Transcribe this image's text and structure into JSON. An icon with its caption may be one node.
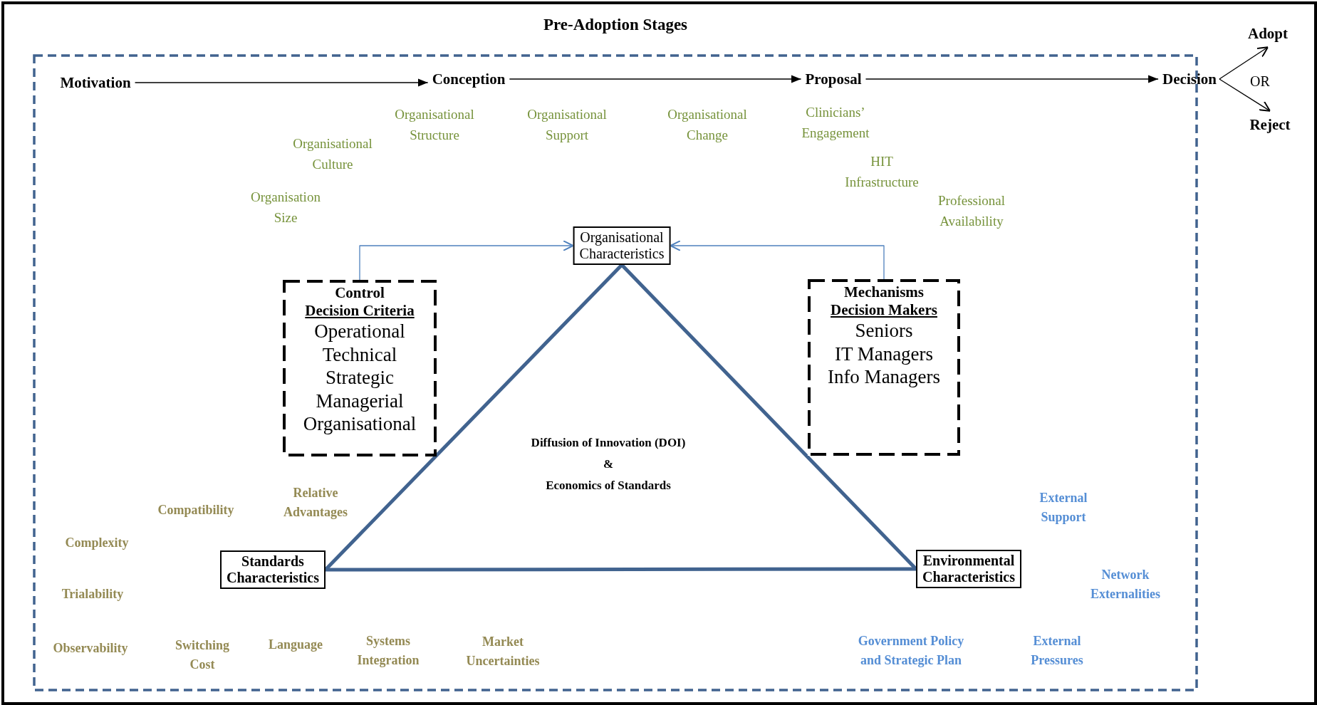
{
  "diagram": {
    "title": "Pre-Adoption Stages",
    "nodes": [
      {
        "text": [
          "Motivation"
        ]
      },
      {
        "text": [
          "Conception"
        ]
      },
      {
        "text": [
          "Proposal"
        ]
      },
      {
        "text": [
          "Decision"
        ]
      },
      {
        "text": [
          "Adopt"
        ]
      },
      {
        "text": [
          "Reject"
        ]
      },
      {
        "text": [
          "Organisational Characteristics"
        ]
      },
      {
        "text": [
          "Control",
          "Decision Criteria",
          "Operational",
          "Technical",
          "Strategic",
          "Managerial",
          "Organisational"
        ]
      },
      {
        "text": [
          "Mechanisms",
          "Decision Makers",
          "Seniors",
          "IT Managers",
          "Info Managers"
        ]
      },
      {
        "text": [
          "Standards Characteristics"
        ]
      },
      {
        "text": [
          "Environmental Characteristics"
        ]
      }
    ],
    "edges": [
      {
        "from": 0,
        "to": 1,
        "arrow": "to"
      },
      {
        "from": 1,
        "to": 2,
        "arrow": "to"
      },
      {
        "from": 2,
        "to": 3,
        "arrow": "to"
      },
      {
        "from": 3,
        "to": 4,
        "arrow": "to"
      },
      {
        "from": 3,
        "to": 5,
        "arrow": "to"
      },
      {
        "from": 7,
        "to": 6,
        "arrow": "to",
        "color": "#4f81bd"
      },
      {
        "from": 8,
        "to": 6,
        "arrow": "to",
        "color": "#4f81bd"
      },
      {
        "from": 6,
        "to": 9,
        "arrow": "none",
        "style": "thick",
        "color": "#41638f"
      },
      {
        "from": 6,
        "to": 10,
        "arrow": "none",
        "style": "thick",
        "color": "#41638f"
      },
      {
        "from": 9,
        "to": 10,
        "arrow": "none",
        "style": "thick",
        "color": "#41638f"
      }
    ],
    "labels": [
      "OR",
      "Organisational Structure",
      "Organisational Support",
      "Organisational Change",
      "Clinicians’ Engagement",
      "Organisational Culture",
      "HIT Infrastructure",
      "Organisation Size",
      "Professional Availability",
      "Diffusion of Innovation (DOI)",
      "&",
      "Economics of Standards",
      "Relative Advantages",
      "Compatibility",
      "External Support",
      "Complexity",
      "Network Externalities",
      "Trialability",
      "Observability",
      "Switching Cost",
      "Language",
      "Systems Integration",
      "Market Uncertainties",
      "Government Policy and Strategic Plan",
      "External Pressures"
    ]
  }
}
